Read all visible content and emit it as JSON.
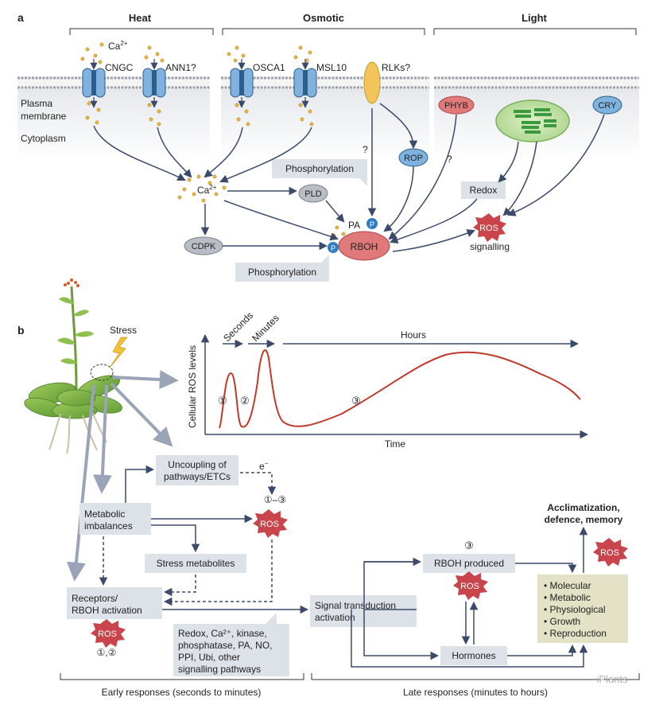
{
  "panel_a": {
    "label": "a",
    "heat": "Heat",
    "osmotic": "Osmotic",
    "light": "Light",
    "ca_top": "Ca",
    "ca_sup": "2+",
    "cngc": "CNGC",
    "ann1": "ANN1?",
    "osca1": "OSCA1",
    "msl10": "MSL10",
    "rlks": "RLKs?",
    "plasma": "Plasma",
    "membrane": "membrane",
    "cytoplasm": "Cytoplasm",
    "phyb": "PHYB",
    "cry": "CRY",
    "rop": "ROP",
    "q1": "?",
    "q2": "?",
    "phospho1": "Phosphorylation",
    "phospho2": "Phosphorylation",
    "ca_mid": "Ca",
    "ca_mid_sup": "2+",
    "pld": "PLD",
    "pa": "PA",
    "p1": "P",
    "p2": "P",
    "cdpk": "CDPK",
    "rboh": "RBOH",
    "redox": "Redox",
    "ros": "ROS",
    "signalling": "signalling"
  },
  "panel_b": {
    "label": "b",
    "stress": "Stress",
    "seconds": "Seconds",
    "minutes": "Minutes",
    "hours": "Hours",
    "ylabel": "Cellular ROS levels",
    "xlabel": "Time",
    "c1": "①",
    "c2": "②",
    "c3": "③",
    "uncoupling1": "Uncoupling of",
    "uncoupling2": "pathways/ETCs",
    "e": "e",
    "e_sup": "−",
    "c13": "①–③",
    "metabolic1": "Metabolic",
    "metabolic2": "imbalances",
    "ros": "ROS",
    "stress_metabolites": "Stress metabolites",
    "receptors1": "Receptors/",
    "receptors2": "RBOH activation",
    "c12": "①,②",
    "signal1": "Signal transduction",
    "signal2": "activation",
    "redox_lines": [
      "Redox, Ca²⁺, kinase,",
      "phosphatase, PA, NO,",
      "PPI, Ubi, other",
      "signalling pathways"
    ],
    "c3b": "③",
    "rboh_produced": "RBOH produced",
    "hormones": "Hormones",
    "acclim1": "Acclimatization,",
    "acclim2": "defence, memory",
    "bullets": [
      "Molecular",
      "Metabolic",
      "Physiological",
      "Growth",
      "Reproduction"
    ],
    "early": "Early responses (seconds to minutes)",
    "late": "Late responses (minutes to hours)",
    "watermark": "iPlants"
  },
  "colors": {
    "arrow": "#3b4a6b",
    "ros": "#c9444b",
    "rboh": "#e07a7a",
    "blue_protein": "#7fb2de",
    "box": "#dde1e8",
    "green_box": "#e4e2c6",
    "curve": "#c0392b"
  },
  "chart_data": {
    "type": "line",
    "xlabel": "Time",
    "ylabel": "Cellular ROS levels",
    "phases": [
      "Seconds",
      "Minutes",
      "Hours"
    ],
    "peaks": [
      "①",
      "②",
      "③"
    ]
  }
}
